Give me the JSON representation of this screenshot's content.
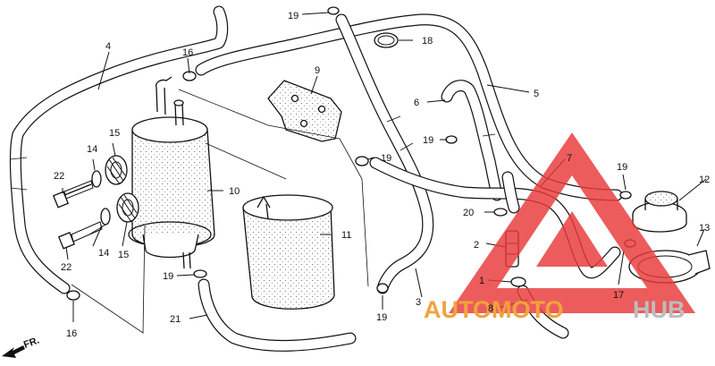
{
  "diagram": {
    "callouts": [
      "1",
      "2",
      "3",
      "4",
      "5",
      "6",
      "7",
      "8",
      "9",
      "10",
      "11",
      "12",
      "13",
      "14",
      "14",
      "15",
      "15",
      "16",
      "16",
      "17",
      "18",
      "19",
      "19",
      "19",
      "19",
      "19",
      "20",
      "21",
      "22",
      "22"
    ],
    "direction_marker": "FR.",
    "watermark": {
      "part1": "AUTOMOTO",
      "part2": "HUB",
      "color_primary": "#f0a43c",
      "color_secondary": "#bdbdbd",
      "logo_color": "#e8393a"
    }
  }
}
